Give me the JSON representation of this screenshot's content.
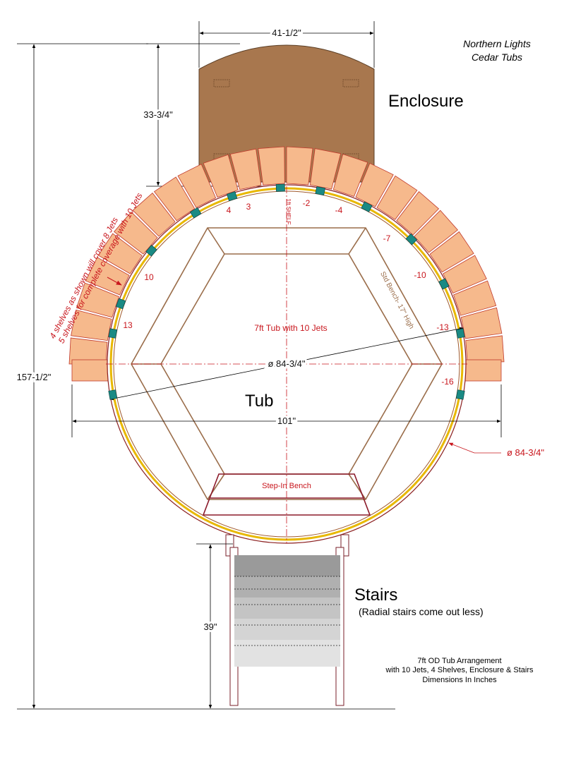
{
  "title": {
    "line1": "Northern Lights",
    "line2": "Cedar Tubs"
  },
  "labels": {
    "enclosure": "Enclosure",
    "tub": "Tub",
    "stairs": "Stairs",
    "stairs_note": "(Radial stairs come out less)",
    "tub_center": "7ft Tub with 10 Jets",
    "step_in_bench": "Step-In Bench",
    "std_bench": "Std Bench- 17\" High",
    "shelves_note_1": "4 shelves as shown will cover 8 Jets",
    "shelves_note_2": "5 shelves for complete coverage with 10 Jets",
    "vertical_small": "1ft SHELF"
  },
  "dimensions": {
    "enclosure_width": "41-1/2\"",
    "enclosure_depth": "33-3/4\"",
    "overall_length": "157-1/2\"",
    "overall_width": "101\"",
    "inner_diameter": "ø 84-3/4\"",
    "outer_diameter": "ø 84-3/4\"",
    "stairs_depth": "39\""
  },
  "jets": [
    "4",
    "3",
    "-2",
    "-4",
    "-7",
    "-10",
    "-13",
    "-16",
    "10",
    "13"
  ],
  "footer": {
    "line1": "7ft OD Tub Arrangement",
    "line2": "with 10 Jets, 4 Shelves, Enclosure & Stairs",
    "line3": "Dimensions In Inches"
  },
  "colors": {
    "enclosure": "#a8774e",
    "shelf": "#f6b98c",
    "bench": "#9a6d4a",
    "red": "#c8161d",
    "jet": "#1a8a84"
  }
}
